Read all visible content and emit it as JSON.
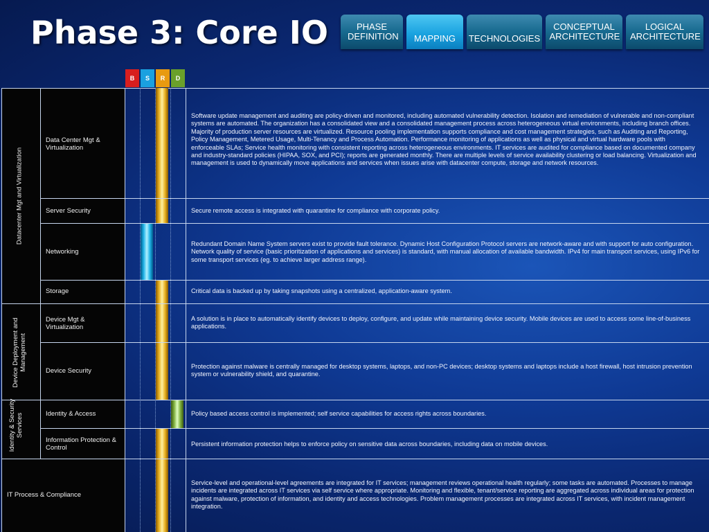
{
  "title": "Phase 3: Core IO",
  "tabs": [
    {
      "label": "PHASE DEFINITION"
    },
    {
      "label": "MAPPING"
    },
    {
      "label": "TECHNOLOGIES"
    },
    {
      "label": "CONCEPTUAL ARCHITECTURE"
    },
    {
      "label": "LOGICAL ARCHITECTURE"
    }
  ],
  "active_tab": "MAPPING",
  "legend": [
    {
      "label": "B",
      "color": "#d81e1e"
    },
    {
      "label": "S",
      "color": "#1aa0e0"
    },
    {
      "label": "R",
      "color": "#e89a10"
    },
    {
      "label": "D",
      "color": "#6aa02a"
    }
  ],
  "groups": [
    {
      "label": "Datacenter Mgt and Virtualization"
    },
    {
      "label": "Device Deployment and Management"
    },
    {
      "label": "Identity & Security Services"
    }
  ],
  "rows": [
    {
      "category": "Data Center Mgt & Virtualization",
      "level": "R",
      "description": "Software update management and auditing are policy-driven and monitored, including automated vulnerability detection. Isolation and remediation of vulnerable and non-compliant systems are automated. The organization has a consolidated view and a consolidated management process across heterogeneous virtual environments, including branch offices. Majority of production server resources are virtualized. Resource pooling implementation supports compliance and cost management strategies, such as Auditing and Reporting, Policy Management, Metered Usage, Multi-Tenancy and Process Automation. Performance monitoring of applications as well as physical and virtual hardware pools with enforceable SLAs; Service health monitoring with consistent reporting across heterogeneous environments. IT services are audited for compliance based on documented company and industry-standard policies (HIPAA, SOX, and PCI); reports are generated monthly. There are multiple levels of service availability clustering or load balancing. Virtualization and management is used to dynamically move applications and services when issues arise with datacenter compute, storage and network resources."
    },
    {
      "category": "Server Security",
      "level": "R",
      "description": "Secure remote access is integrated with quarantine for compliance with corporate policy."
    },
    {
      "category": "Networking",
      "level": "S",
      "description": "Redundant Domain Name System servers exist to provide fault tolerance. Dynamic Host Configuration Protocol servers are network-aware and with support for auto configuration. Network quality of service (basic prioritization of applications and services) is standard, with manual allocation of available bandwidth.   IPv4 for main transport services, using IPv6 for some transport services (eg. to achieve larger address range)."
    },
    {
      "category": "Storage",
      "level": "R",
      "description": "Critical data is backed up by taking snapshots using a centralized, application-aware system."
    },
    {
      "category": "Device Mgt & Virtualization",
      "level": "R",
      "description": "A solution is in place to automatically identify devices to deploy, configure, and update while maintaining device security. Mobile devices are used to access some line-of-business applications."
    },
    {
      "category": "Device Security",
      "level": "R",
      "description": "Protection against malware is centrally managed for desktop systems, laptops, and non-PC devices; desktop systems and laptops include a host firewall, host intrusion prevention system or vulnerability shield, and quarantine."
    },
    {
      "category": "Identity & Access",
      "level": "D",
      "description": "Policy based access control is implemented; self service capabilities for access rights across boundaries."
    },
    {
      "category": "Information Protection & Control",
      "level": "R",
      "description": "Persistent information protection helps to enforce policy on sensitive data across boundaries, including data on mobile devices."
    },
    {
      "category": "IT Process & Compliance",
      "level": "R",
      "description": "Service-level and operational-level agreements are integrated for IT services; management reviews operational health regularly; some tasks are automated. Processes to manage incidents are integrated across IT services via self service where appropriate. Monitoring and flexible, tenant/service reporting are aggregated across individual areas for protection against malware, protection of information, and identity and access technologies. Problem management processes are integrated across IT services, with incident management integration."
    }
  ]
}
